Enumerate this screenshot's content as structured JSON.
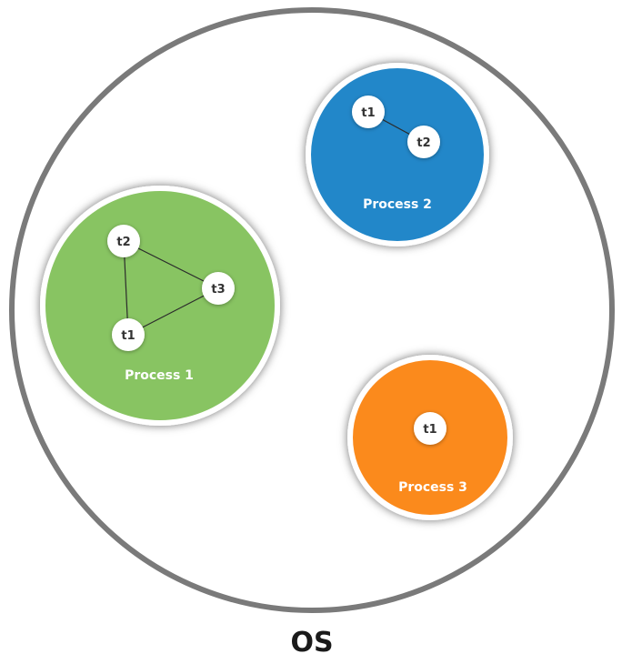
{
  "os": {
    "label": "OS",
    "border_color": "#7a7a7a"
  },
  "processes": [
    {
      "label": "Process 1",
      "color": "#88c462",
      "threads": [
        "t2",
        "t3",
        "t1"
      ],
      "connections": [
        [
          "t2",
          "t3"
        ],
        [
          "t2",
          "t1"
        ],
        [
          "t3",
          "t1"
        ]
      ]
    },
    {
      "label": "Process 2",
      "color": "#2287c9",
      "threads": [
        "t1",
        "t2"
      ],
      "connections": [
        [
          "t1",
          "t2"
        ]
      ]
    },
    {
      "label": "Process 3",
      "color": "#fb8a1f",
      "threads": [
        "t1"
      ],
      "connections": []
    }
  ]
}
